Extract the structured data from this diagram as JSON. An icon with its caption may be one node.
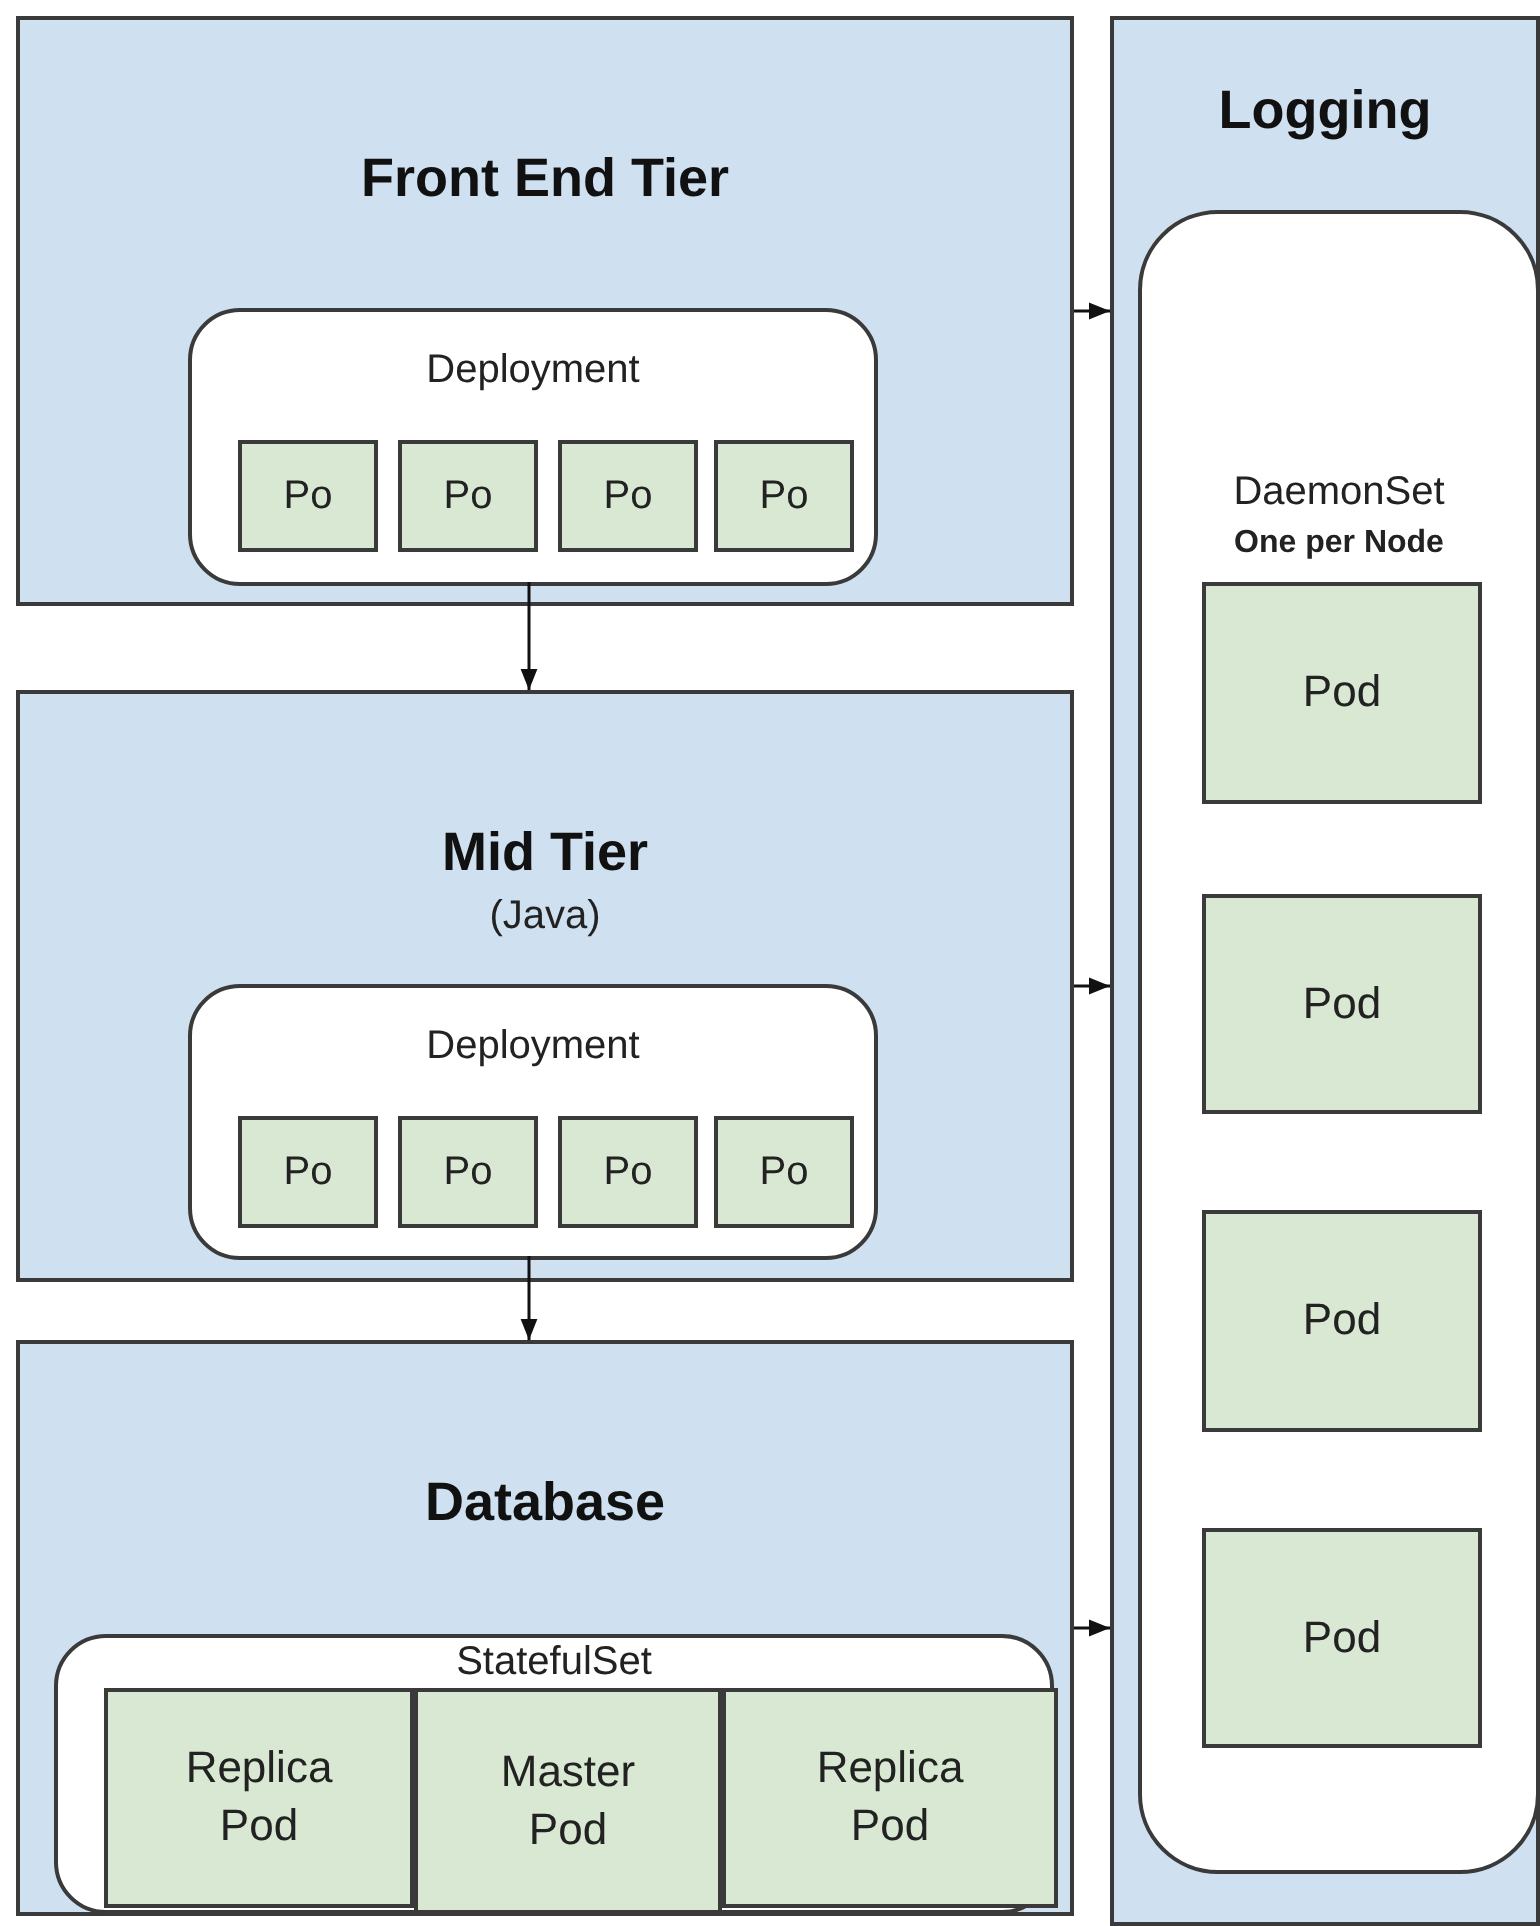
{
  "diagram": {
    "nodes": [
      {
        "text": [
          "Front End Tier"
        ]
      },
      {
        "text": [
          "Deployment"
        ],
        "in": 0
      },
      {
        "text": [
          "Po"
        ],
        "in": 1
      },
      {
        "text": [
          "Po"
        ],
        "in": 1
      },
      {
        "text": [
          "Po"
        ],
        "in": 1
      },
      {
        "text": [
          "Po"
        ],
        "in": 1
      },
      {
        "text": [
          "Mid Tier",
          "(Java)"
        ]
      },
      {
        "text": [
          "Deployment"
        ],
        "in": 6
      },
      {
        "text": [
          "Po"
        ],
        "in": 7
      },
      {
        "text": [
          "Po"
        ],
        "in": 7
      },
      {
        "text": [
          "Po"
        ],
        "in": 7
      },
      {
        "text": [
          "Po"
        ],
        "in": 7
      },
      {
        "text": [
          "Database"
        ]
      },
      {
        "text": [
          "StatefulSet"
        ],
        "in": 12
      },
      {
        "text": [
          "Replica Pod"
        ],
        "in": 13
      },
      {
        "text": [
          "Master Pod"
        ],
        "in": 13
      },
      {
        "text": [
          "Replica Pod"
        ],
        "in": 13
      },
      {
        "text": [
          "Logging"
        ]
      },
      {
        "text": [
          "DaemonSet",
          "One per Node"
        ],
        "in": 17
      },
      {
        "text": [
          "Pod"
        ],
        "in": 18
      },
      {
        "text": [
          "Pod"
        ],
        "in": 18
      },
      {
        "text": [
          "Pod"
        ],
        "in": 18
      },
      {
        "text": [
          "Pod"
        ],
        "in": 18
      }
    ],
    "edges": [
      {
        "from": 1,
        "to": 6,
        "arrow": "to"
      },
      {
        "from": 7,
        "to": 12,
        "arrow": "to"
      },
      {
        "from": 0,
        "to": 17,
        "arrow": "to"
      },
      {
        "from": 6,
        "to": 17,
        "arrow": "to"
      },
      {
        "from": 12,
        "to": 17,
        "arrow": "to"
      }
    ]
  }
}
